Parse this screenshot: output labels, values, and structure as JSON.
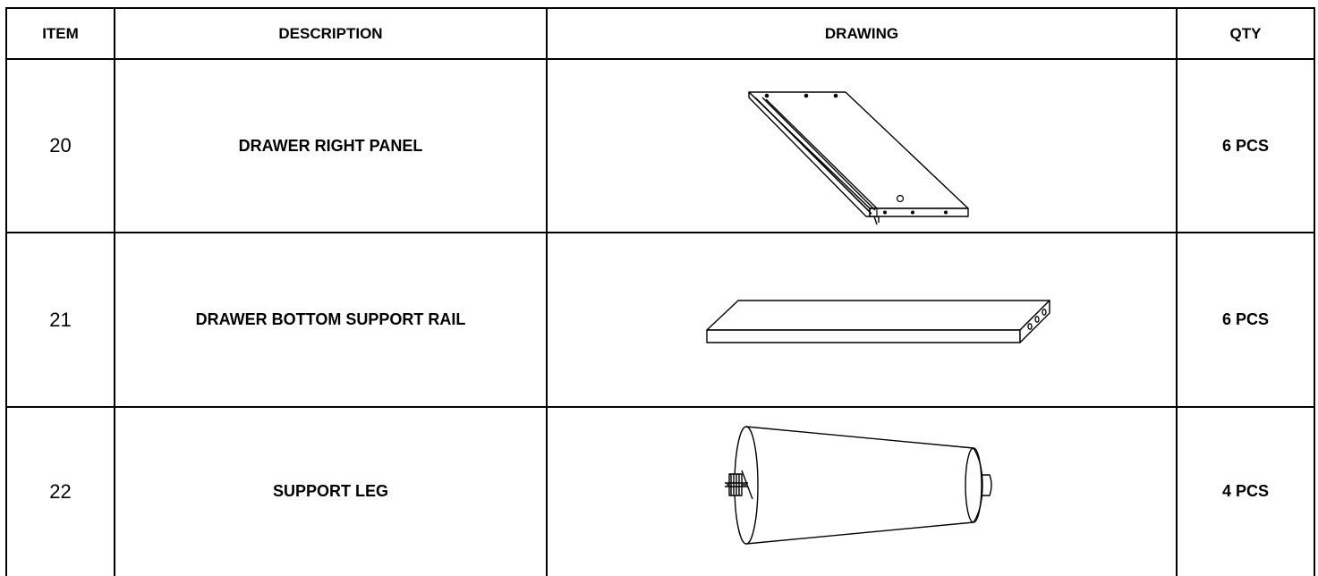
{
  "header": {
    "item": "ITEM",
    "description": "DESCRIPTION",
    "drawing": "DRAWING",
    "qty": "QTY"
  },
  "rows": [
    {
      "item": "20",
      "description": "DRAWER RIGHT PANEL",
      "drawing": "drawer-right-panel-drawing",
      "qty": "6 PCS"
    },
    {
      "item": "21",
      "description": "DRAWER BOTTOM SUPPORT RAIL",
      "drawing": "support-rail-drawing",
      "qty": "6 PCS"
    },
    {
      "item": "22",
      "description": "SUPPORT LEG",
      "drawing": "support-leg-drawing",
      "qty": "4 PCS"
    }
  ]
}
